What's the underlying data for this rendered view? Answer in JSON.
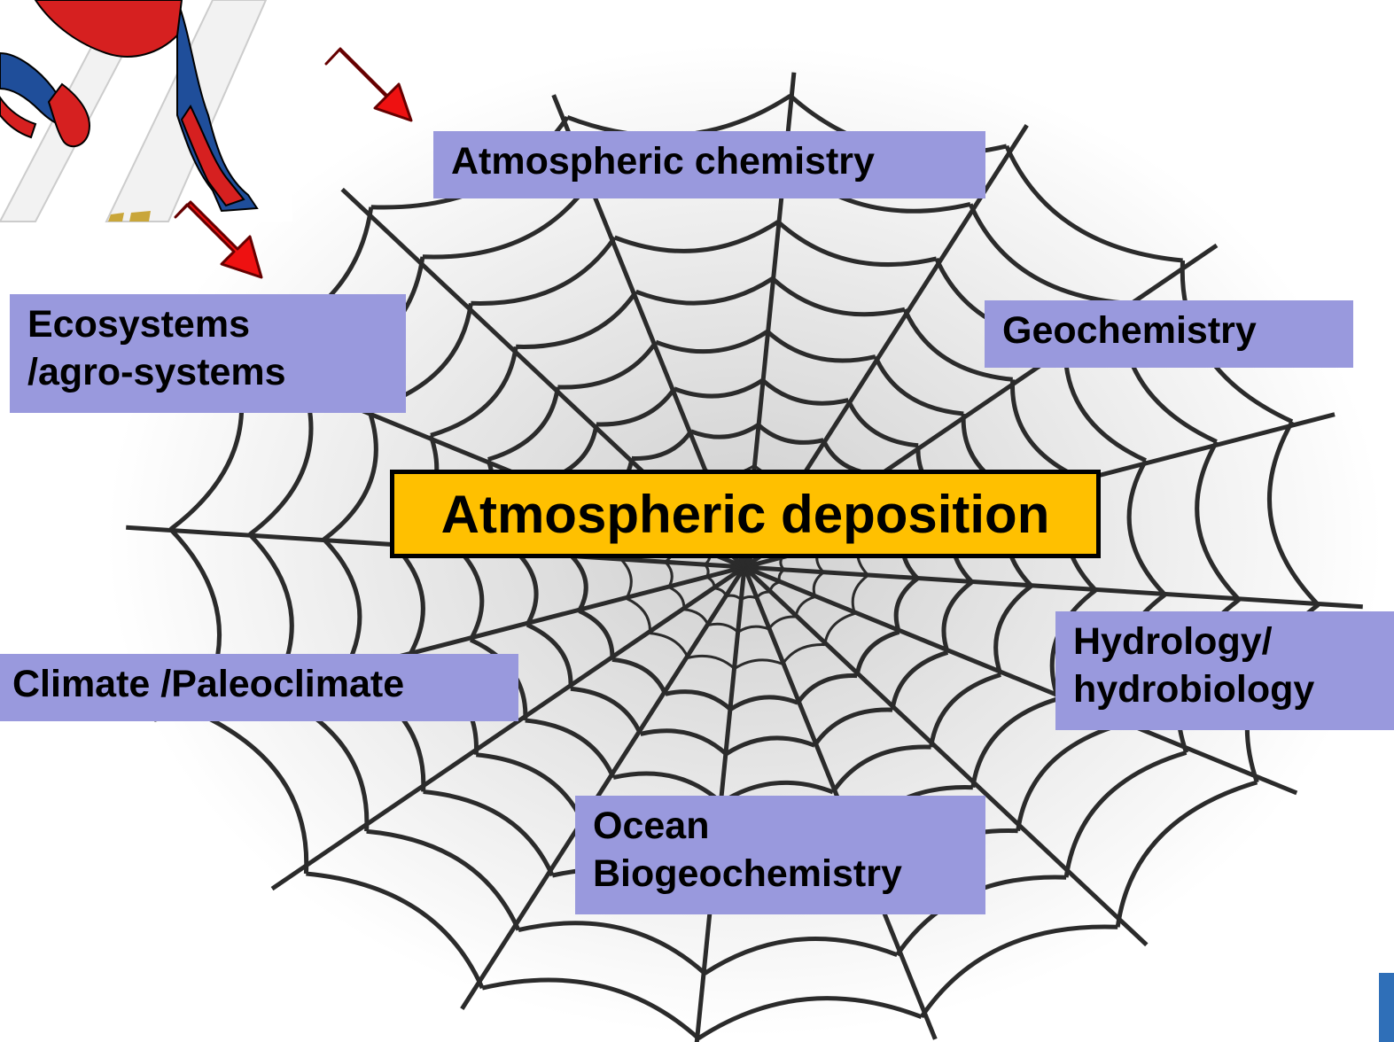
{
  "center": {
    "label": "Atmospheric deposition",
    "color": "#FFC000"
  },
  "topic_color": "#9999DD",
  "topics": {
    "atmospheric_chemistry": [
      "Atmospheric chemistry"
    ],
    "ecosystems": [
      "Ecosystems",
      "/agro-systems"
    ],
    "geochemistry": [
      "Geochemistry"
    ],
    "climate": [
      "Climate /Paleoclimate"
    ],
    "hydrology": [
      "Hydrology/",
      "hydrobiology"
    ],
    "ocean": [
      "Ocean",
      "Biogeochemistry"
    ]
  },
  "colors": {
    "web": "#2b2b2b",
    "arrow": "#ee1111",
    "arrow_outline": "#660000",
    "spiderman_red": "#d62020",
    "spiderman_blue": "#1f4e9a"
  },
  "icons": [
    "spiderman-figure",
    "arrow-icon",
    "spiderweb"
  ]
}
